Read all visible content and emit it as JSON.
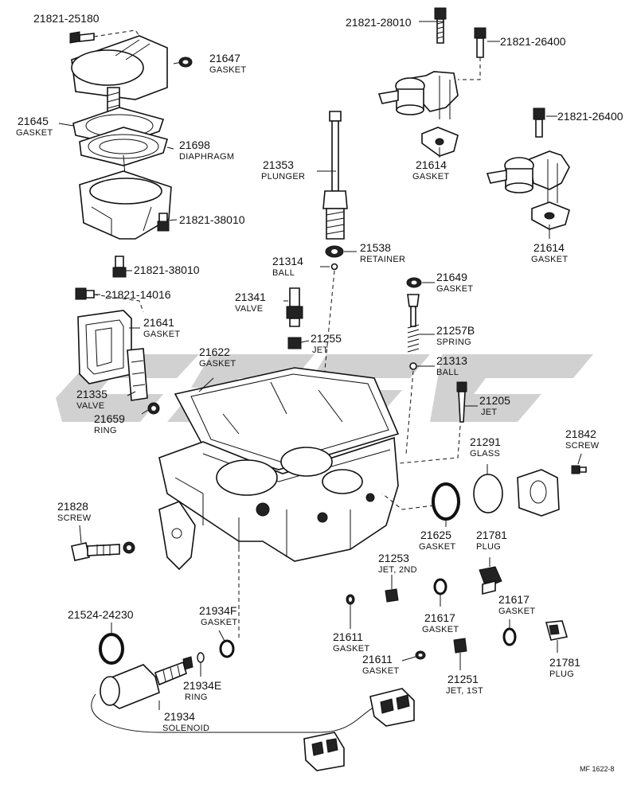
{
  "footer_code": "MF 1622-8",
  "parts": [
    {
      "id": "p1",
      "number": "21821-25180",
      "name": ""
    },
    {
      "id": "p2",
      "number": "21647",
      "name": "GASKET"
    },
    {
      "id": "p3",
      "number": "21645",
      "name": "GASKET"
    },
    {
      "id": "p4",
      "number": "21698",
      "name": "DIAPHRAGM"
    },
    {
      "id": "p5",
      "number": "21821-38010",
      "name": ""
    },
    {
      "id": "p6",
      "number": "21821-38010",
      "name": ""
    },
    {
      "id": "p7",
      "number": "21821-14016",
      "name": ""
    },
    {
      "id": "p8",
      "number": "21641",
      "name": "GASKET"
    },
    {
      "id": "p9",
      "number": "21335",
      "name": "VALVE"
    },
    {
      "id": "p10",
      "number": "21659",
      "name": "RING"
    },
    {
      "id": "p11",
      "number": "21821-28010",
      "name": ""
    },
    {
      "id": "p12",
      "number": "21821-26400",
      "name": ""
    },
    {
      "id": "p13",
      "number": "21821-26400",
      "name": ""
    },
    {
      "id": "p14",
      "number": "21614",
      "name": "GASKET"
    },
    {
      "id": "p15",
      "number": "21614",
      "name": "GASKET"
    },
    {
      "id": "p16",
      "number": "21353",
      "name": "PLUNGER"
    },
    {
      "id": "p17",
      "number": "21538",
      "name": "RETAINER"
    },
    {
      "id": "p18",
      "number": "21314",
      "name": "BALL"
    },
    {
      "id": "p19",
      "number": "21341",
      "name": "VALVE"
    },
    {
      "id": "p20",
      "number": "21255",
      "name": "JET"
    },
    {
      "id": "p21",
      "number": "21622",
      "name": "GASKET"
    },
    {
      "id": "p22",
      "number": "21649",
      "name": "GASKET"
    },
    {
      "id": "p23",
      "number": "21257B",
      "name": "SPRING"
    },
    {
      "id": "p24",
      "number": "21313",
      "name": "BALL"
    },
    {
      "id": "p25",
      "number": "21205",
      "name": "JET"
    },
    {
      "id": "p26",
      "number": "21291",
      "name": "GLASS"
    },
    {
      "id": "p27",
      "number": "21842",
      "name": "SCREW"
    },
    {
      "id": "p28",
      "number": "21828",
      "name": "SCREW"
    },
    {
      "id": "p29",
      "number": "21625",
      "name": "GASKET"
    },
    {
      "id": "p30",
      "number": "21781",
      "name": "PLUG"
    },
    {
      "id": "p31",
      "number": "21253",
      "name": "JET, 2ND"
    },
    {
      "id": "p32",
      "number": "21524-24230",
      "name": ""
    },
    {
      "id": "p33",
      "number": "21934F",
      "name": "GASKET"
    },
    {
      "id": "p34",
      "number": "21617",
      "name": "GASKET"
    },
    {
      "id": "p35",
      "number": "21617",
      "name": "GASKET"
    },
    {
      "id": "p36",
      "number": "21611",
      "name": "GASKET"
    },
    {
      "id": "p37",
      "number": "21611",
      "name": "GASKET"
    },
    {
      "id": "p38",
      "number": "21934E",
      "name": "RING"
    },
    {
      "id": "p39",
      "number": "21934",
      "name": "SOLENOID"
    },
    {
      "id": "p40",
      "number": "21251",
      "name": "JET, 1ST"
    },
    {
      "id": "p41",
      "number": "21781",
      "name": "PLUG"
    }
  ]
}
